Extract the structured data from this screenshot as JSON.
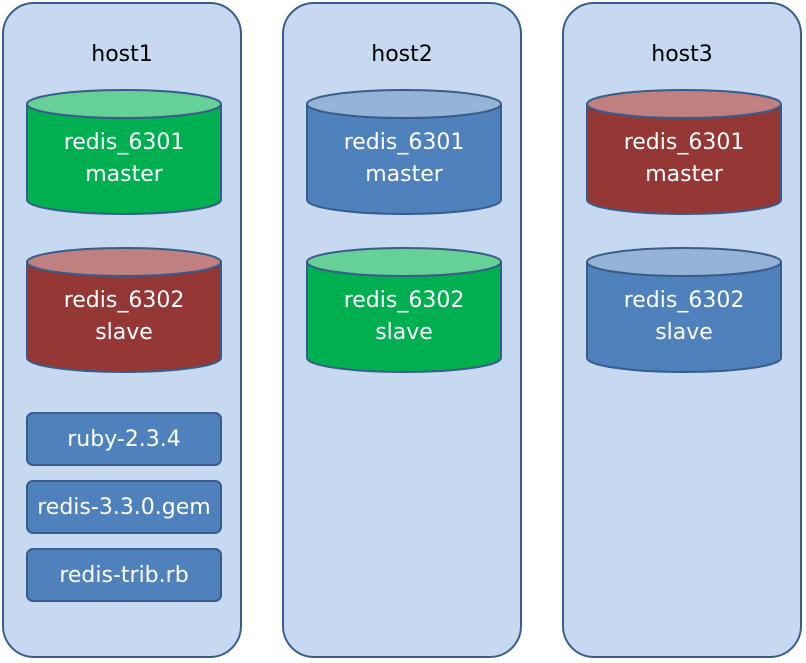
{
  "colors": {
    "host_fill": "#c6d9f1",
    "host_border": "#385d8a",
    "green_body": "#00b050",
    "green_top": "#66d196",
    "red_body": "#953735",
    "red_top": "#c0807f",
    "blue_body": "#4f81bd",
    "blue_top": "#95b3d7",
    "text": "#ffffff"
  },
  "hosts": [
    {
      "title": "host1",
      "dbs": [
        {
          "name": "redis_6301",
          "role": "master",
          "color": "green"
        },
        {
          "name": "redis_6302",
          "role": "slave",
          "color": "red"
        }
      ],
      "tools": [
        "ruby-2.3.4",
        "redis-3.3.0.gem",
        "redis-trib.rb"
      ]
    },
    {
      "title": "host2",
      "dbs": [
        {
          "name": "redis_6301",
          "role": "master",
          "color": "blue"
        },
        {
          "name": "redis_6302",
          "role": "slave",
          "color": "green"
        }
      ],
      "tools": []
    },
    {
      "title": "host3",
      "dbs": [
        {
          "name": "redis_6301",
          "role": "master",
          "color": "red"
        },
        {
          "name": "redis_6302",
          "role": "slave",
          "color": "blue"
        }
      ],
      "tools": []
    }
  ]
}
